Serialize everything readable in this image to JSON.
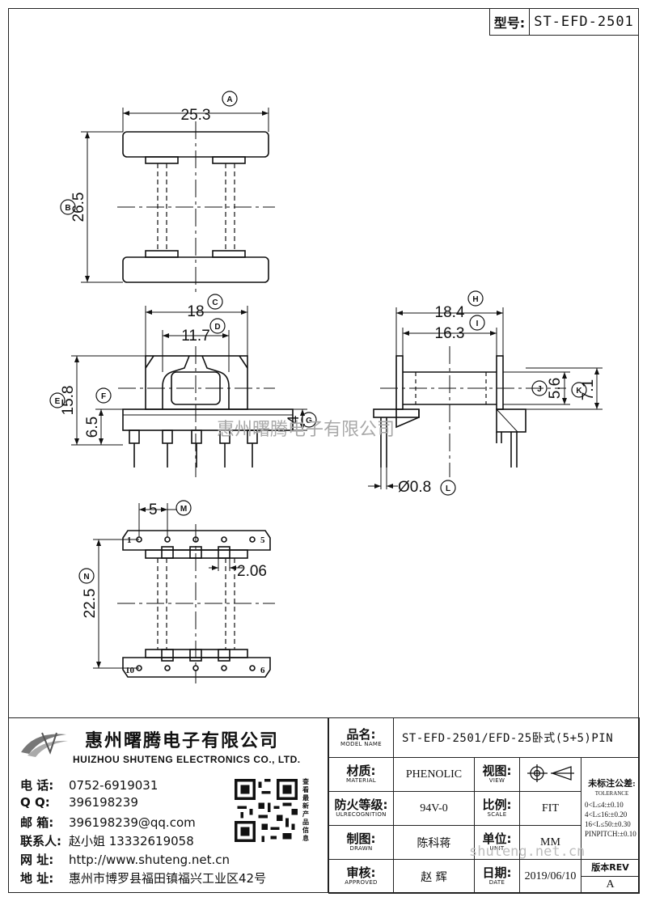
{
  "header": {
    "model_label": "型号:",
    "model_value": "ST-EFD-2501"
  },
  "dimensions": {
    "A": "25.3",
    "B": "26.5",
    "C": "18",
    "D": "11.7",
    "E": "15.8",
    "F": "6.5",
    "G": "4",
    "H": "18.4",
    "I": "16.3",
    "J": "5.6",
    "K": "7.1",
    "L": "Ø0.8",
    "M": "5",
    "N": "22.5",
    "pin_width": "2.06"
  },
  "markers": {
    "A": "A",
    "B": "B",
    "C": "C",
    "D": "D",
    "E": "E",
    "F": "F",
    "G": "G",
    "H": "H",
    "I": "I",
    "J": "J",
    "K": "K",
    "L": "L",
    "M": "M",
    "N": "N"
  },
  "pin_numbers": {
    "p1": "1",
    "p5": "5",
    "p10": "10",
    "p6": "6"
  },
  "watermark": {
    "text": "惠州曙腾电子有限公司",
    "url_text": "shuteng.net.cn"
  },
  "company": {
    "name_cn": "惠州曙腾电子有限公司",
    "name_en": "HUIZHOU SHUTENG ELECTRONICS CO., LTD.",
    "contacts": [
      {
        "key": "电  话:",
        "value": "0752-6919031"
      },
      {
        "key": "Q    Q:",
        "value": "396198239"
      },
      {
        "key": "邮  箱:",
        "value": "396198239@qq.com"
      },
      {
        "key": "联系人:",
        "value": "赵小姐 13332619058"
      },
      {
        "key": "网  址:",
        "value": "http://www.shuteng.net.cn"
      },
      {
        "key": "地  址:",
        "value": "惠州市博罗县福田镇福兴工业区42号"
      }
    ],
    "qr_side": "查看最新产品信息"
  },
  "title_block": {
    "model_name_label": "品名:",
    "model_name_sub": "MODEL NAME",
    "model_name_value": "ST-EFD-2501/EFD-25卧式(5+5)PIN",
    "material_label": "材质:",
    "material_sub": "MATERIAL",
    "material_value": "PHENOLIC",
    "view_label": "视图:",
    "view_sub": "VIEW",
    "fire_label": "防火等级:",
    "fire_sub": "ULRECOGNITION",
    "fire_value": "94V-0",
    "scale_label": "比例:",
    "scale_sub": "SCALE",
    "scale_value": "FIT",
    "drawn_label": "制图:",
    "drawn_sub": "DRAWN",
    "drawn_value": "陈科蒋",
    "unit_label": "单位:",
    "unit_sub": "UNIT",
    "unit_value": "MM",
    "approved_label": "审核:",
    "approved_sub": "APPROVED",
    "approved_value": "赵  辉",
    "date_label": "日期:",
    "date_sub": "DATE",
    "date_value": "2019/06/10",
    "tolerance_title": "未标注公差:",
    "tolerance_sub": "TOLERANCE",
    "tolerances": [
      "0<L≤4:±0.10",
      "4<L≤16:±0.20",
      "16<L≤50:±0.30",
      "PINPITCH:±0.10"
    ],
    "rev_label": "版本REV",
    "rev_value": "A"
  }
}
